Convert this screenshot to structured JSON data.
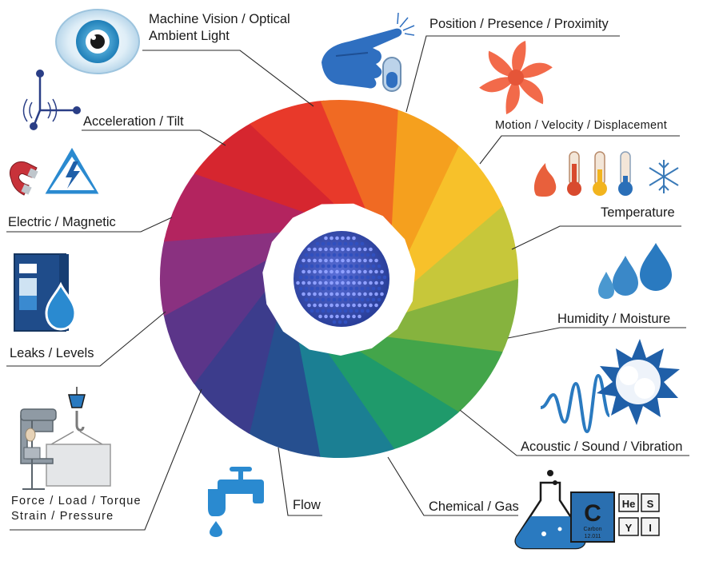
{
  "diagram": {
    "center_icon": "sensor-array-chip-icon",
    "colors": {
      "wheel": [
        "#f5a01e",
        "#f7c12a",
        "#c7c73a",
        "#86b33e",
        "#43a54a",
        "#1f9a6b",
        "#1b7f93",
        "#264f8f",
        "#3c3c8c",
        "#5b3589",
        "#8a3180",
        "#b3245f",
        "#d6262f",
        "#e8392a",
        "#f06a23"
      ],
      "leader_line": "#2a2a2a",
      "icon_blue": "#2a7ac0"
    },
    "categories": [
      {
        "id": "machine-vision",
        "label": "Machine Vision / Optical\nAmbient Light",
        "icon": "eye-icon"
      },
      {
        "id": "position",
        "label": "Position / Presence / Proximity",
        "icon": "pointing-hand-icon"
      },
      {
        "id": "motion",
        "label": "Motion / Velocity / Displacement",
        "icon": "fan-icon"
      },
      {
        "id": "temperature",
        "label": "Temperature",
        "icon": "thermometer-icon"
      },
      {
        "id": "humidity",
        "label": "Humidity / Moisture",
        "icon": "water-drops-icon"
      },
      {
        "id": "acoustic",
        "label": "Acoustic / Sound / Vibration",
        "icon": "sound-wave-icon"
      },
      {
        "id": "chemical",
        "label": "Chemical / Gas",
        "icon": "flask-icon"
      },
      {
        "id": "flow",
        "label": "Flow",
        "icon": "faucet-icon"
      },
      {
        "id": "force",
        "label": "Force / Load / Torque\nStrain / Pressure",
        "icon": "clamp-icon"
      },
      {
        "id": "leaks",
        "label": "Leaks / Levels",
        "icon": "tank-drop-icon"
      },
      {
        "id": "electric",
        "label": "Electric / Magnetic",
        "icon": "magnet-warning-icon"
      },
      {
        "id": "acceleration",
        "label": "Acceleration / Tilt",
        "icon": "axes-icon"
      }
    ],
    "periodic_tiles": [
      {
        "symbol": "C",
        "name": "Carbon",
        "mass": "12.011"
      },
      {
        "symbol": "He"
      },
      {
        "symbol": "S"
      },
      {
        "symbol": "Y"
      },
      {
        "symbol": "I"
      }
    ]
  }
}
